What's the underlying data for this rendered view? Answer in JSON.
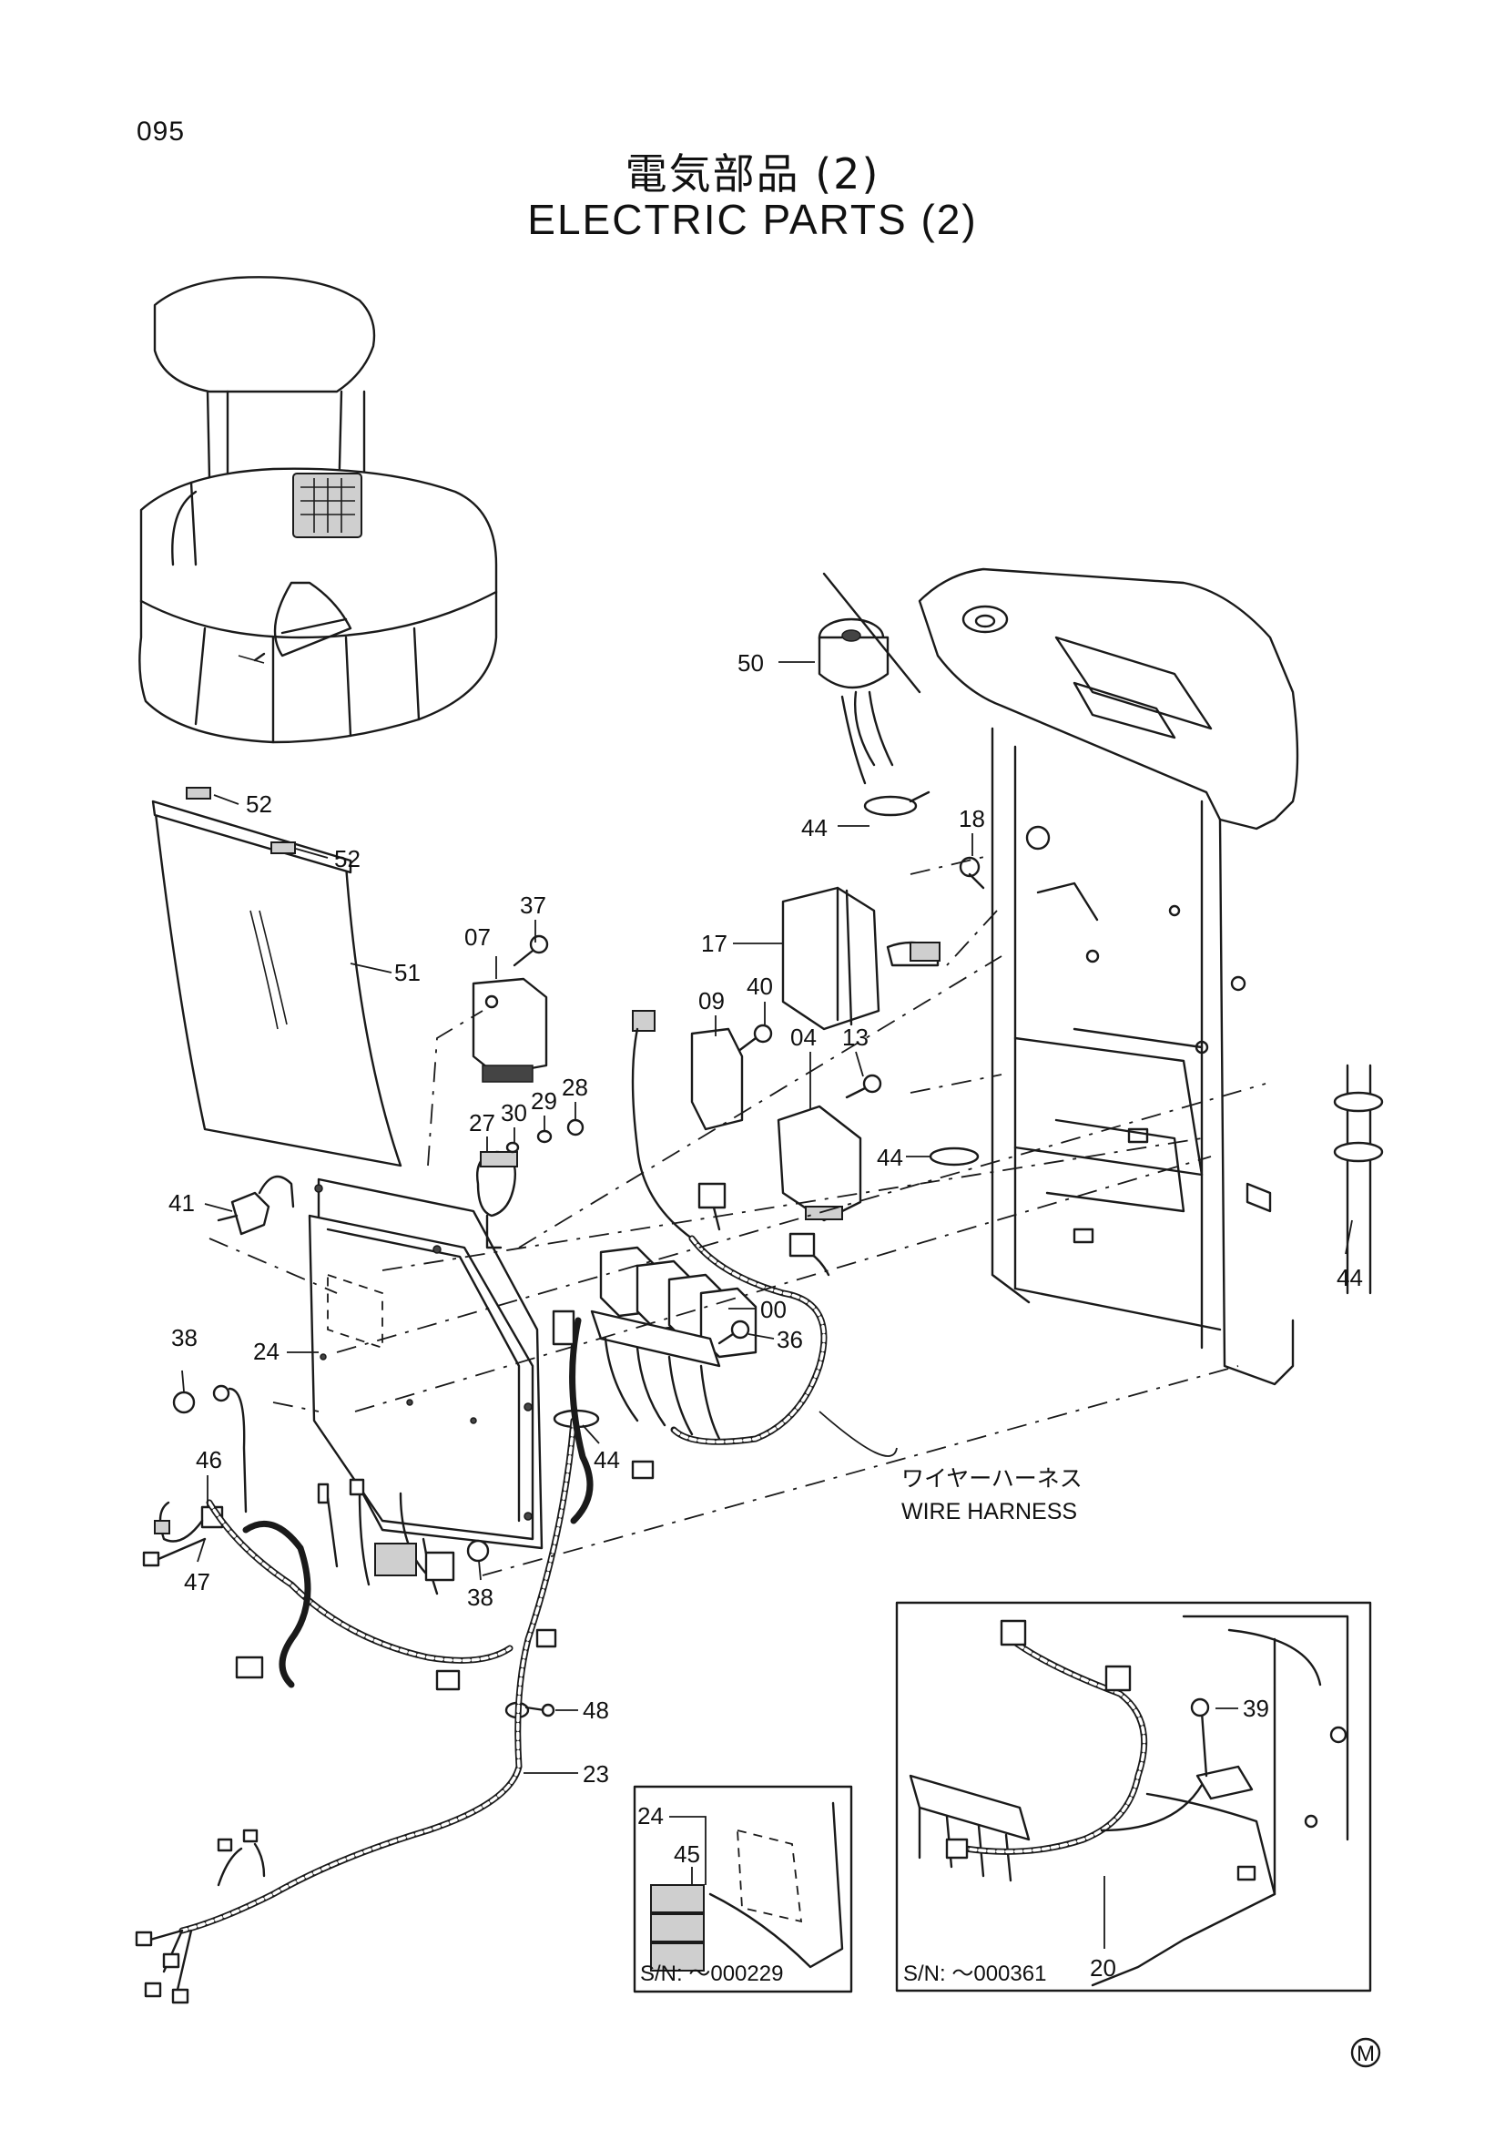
{
  "page_number": "095",
  "title_ja": "電気部品 (2)",
  "title_en": "ELECTRIC PARTS (2)",
  "callouts": [
    {
      "id": "c50",
      "label": "50"
    },
    {
      "id": "c44a",
      "label": "44"
    },
    {
      "id": "c18",
      "label": "18"
    },
    {
      "id": "c52a",
      "label": "52"
    },
    {
      "id": "c52b",
      "label": "52"
    },
    {
      "id": "c51",
      "label": "51"
    },
    {
      "id": "c37",
      "label": "37"
    },
    {
      "id": "c07",
      "label": "07"
    },
    {
      "id": "c17",
      "label": "17"
    },
    {
      "id": "c40",
      "label": "40"
    },
    {
      "id": "c09",
      "label": "09"
    },
    {
      "id": "c13",
      "label": "13"
    },
    {
      "id": "c04",
      "label": "04"
    },
    {
      "id": "c29",
      "label": "29"
    },
    {
      "id": "c28",
      "label": "28"
    },
    {
      "id": "c30",
      "label": "30"
    },
    {
      "id": "c27",
      "label": "27"
    },
    {
      "id": "c44b",
      "label": "44"
    },
    {
      "id": "c41",
      "label": "41"
    },
    {
      "id": "c44c",
      "label": "44"
    },
    {
      "id": "c00",
      "label": "00"
    },
    {
      "id": "c38a",
      "label": "38"
    },
    {
      "id": "c24a",
      "label": "24"
    },
    {
      "id": "c36",
      "label": "36"
    },
    {
      "id": "c44d",
      "label": "44"
    },
    {
      "id": "c46",
      "label": "46"
    },
    {
      "id": "c47",
      "label": "47"
    },
    {
      "id": "c38b",
      "label": "38"
    },
    {
      "id": "c48",
      "label": "48"
    },
    {
      "id": "c23",
      "label": "23"
    },
    {
      "id": "c39",
      "label": "39"
    },
    {
      "id": "c24b",
      "label": "24"
    },
    {
      "id": "c45",
      "label": "45"
    },
    {
      "id": "c20",
      "label": "20"
    }
  ],
  "wire_harness_ja": "ワイヤーハーネス",
  "wire_harness_en": "WIRE HARNESS",
  "inset_left_sn": "S/N: ～000229",
  "inset_right_sn": "S/N: ～000361",
  "footer_mark": "M"
}
